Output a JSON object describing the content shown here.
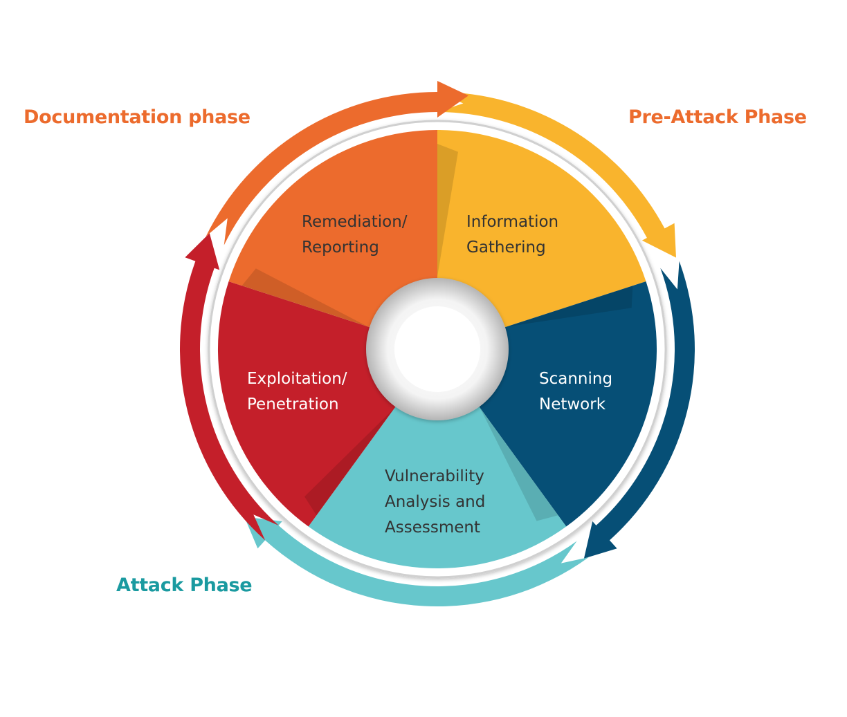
{
  "phases": [
    {
      "id": "documentation",
      "label": "Documentation phase",
      "color": "#EC6B2D"
    },
    {
      "id": "pre_attack",
      "label": "Pre-Attack Phase",
      "color": "#EC6B2D"
    },
    {
      "id": "attack",
      "label": "Attack Phase",
      "color": "#1A9AA0"
    }
  ],
  "segments": [
    {
      "id": "information-gathering",
      "lines": [
        "Information",
        "Gathering"
      ],
      "color": "#F9B42D",
      "text_color": "#333333"
    },
    {
      "id": "scanning-network",
      "lines": [
        "Scanning",
        "Network"
      ],
      "color": "#064F76",
      "text_color": "#FFFFFF"
    },
    {
      "id": "vulnerability-analysis",
      "lines": [
        "Vulnerability",
        "Analysis and",
        "Assessment"
      ],
      "color": "#67C7CC",
      "text_color": "#333333"
    },
    {
      "id": "exploitation-penetration",
      "lines": [
        "Exploitation/",
        "Penetration"
      ],
      "color": "#C41F2A",
      "text_color": "#FFFFFF"
    },
    {
      "id": "remediation-reporting",
      "lines": [
        "Remediation/",
        "Reporting"
      ],
      "color": "#EC6B2D",
      "text_color": "#333333"
    }
  ],
  "outer_arrows": [
    {
      "id": "pre-attack-arrow",
      "color": "#F9B42D"
    },
    {
      "id": "scanning-arrow",
      "color": "#064F76"
    },
    {
      "id": "attack-arrow",
      "color": "#67C7CC"
    },
    {
      "id": "exploitation-arrow",
      "color": "#C41F2A"
    },
    {
      "id": "documentation-arrow",
      "color": "#EC6B2D"
    }
  ]
}
